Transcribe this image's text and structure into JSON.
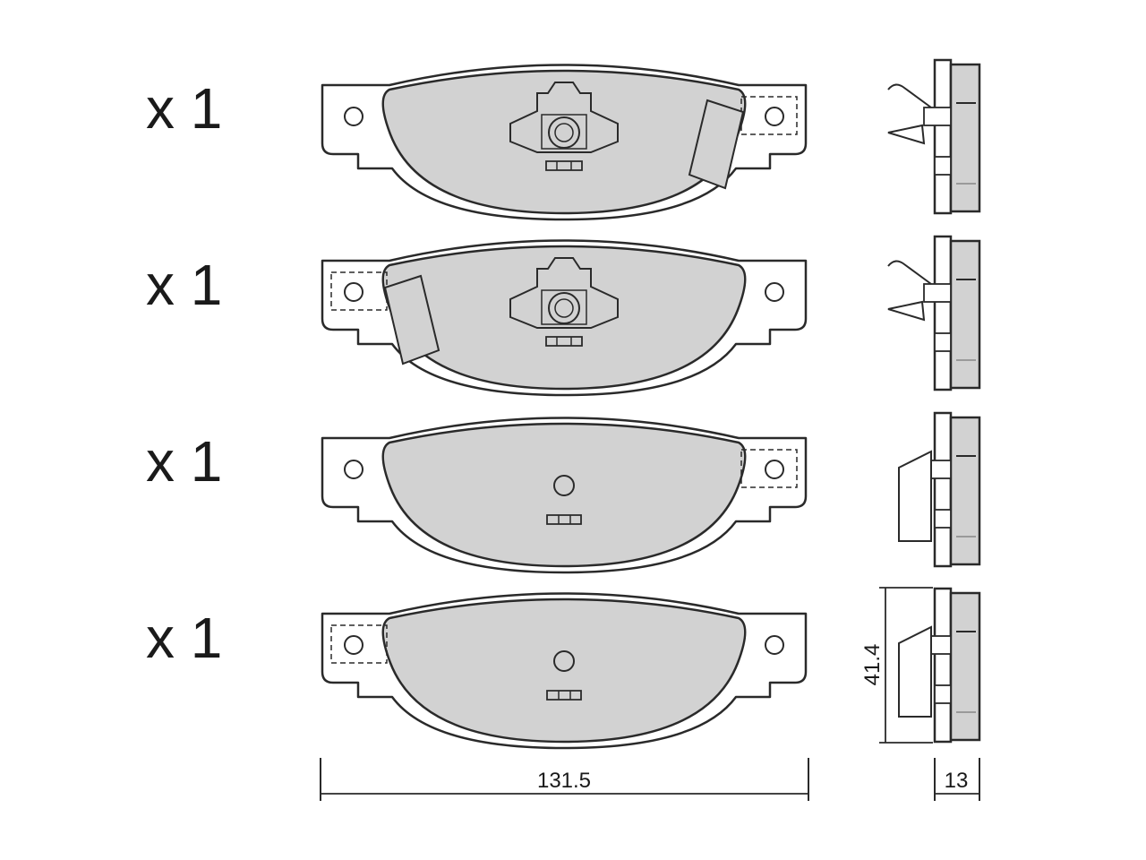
{
  "quantities": [
    "x 1",
    "x 1",
    "x 1",
    "x 1"
  ],
  "dimensions": {
    "width": "131.5",
    "height": "41.4",
    "thickness": "13"
  },
  "colors": {
    "pad_fill": "#d2d2d2",
    "line": "#2a2a2a",
    "backplate_fill": "#ffffff",
    "background": "#ffffff"
  }
}
